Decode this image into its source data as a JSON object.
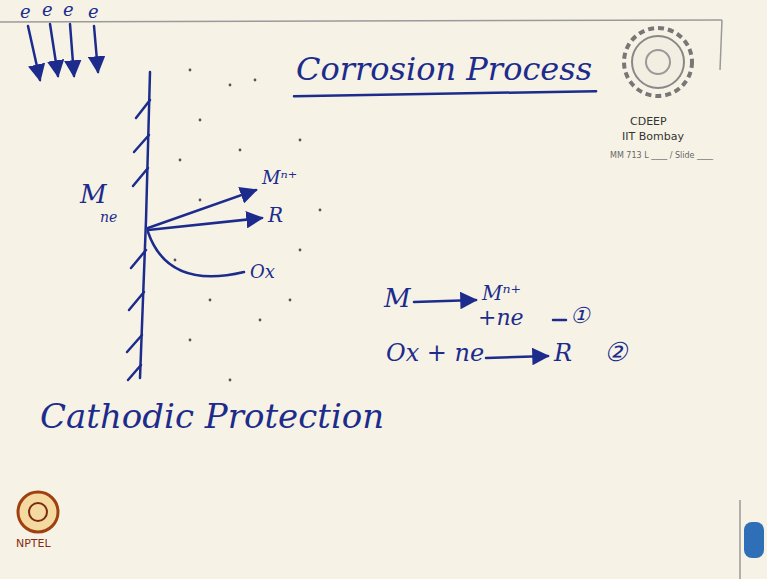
{
  "diagram": {
    "title": "Corrosion Process",
    "labels": [
      "CDEEP",
      "IIT Bombay",
      "MM 713 L ____ / Slide ____",
      "e",
      "e",
      "e",
      "e",
      "M",
      "ne",
      "Mⁿ⁺",
      "R",
      "Ox",
      "M",
      "Mⁿ⁺",
      "+ne",
      "①",
      "Ox + ne",
      "R",
      "②",
      "Cathodic Protection",
      "NPTEL"
    ]
  }
}
